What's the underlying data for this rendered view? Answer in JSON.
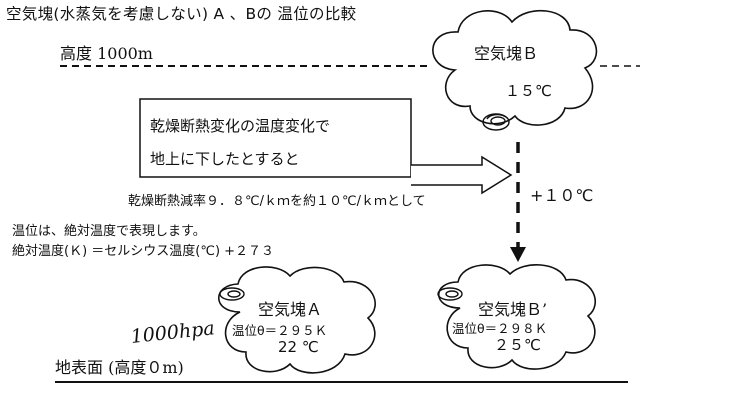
{
  "title": "空気塊(水蒸気を考慮しない) A 、Bの 温位の比較",
  "altitude_label": "高度 1000m",
  "ground_label": "地表面 (高度０m)",
  "pressure_note": "1000hpa",
  "callout": {
    "line1": "乾燥断熱変化の温度変化で",
    "line2": "地上に下したとすると"
  },
  "lapse_rate_note": "乾燥断熱減率９．８℃/ｋｍを約１０℃/ｋｍとして",
  "temperature_change": "+１０℃",
  "potential_temp_note": {
    "line1": "温位は、絶対温度で表現します。",
    "line2": "絶対温度(Ｋ) ＝セルシウス温度(℃) +２７３"
  },
  "cloud_b": {
    "name": "空気塊Ｂ",
    "temp": "１５℃"
  },
  "cloud_a": {
    "name": "空気塊Ａ",
    "theta": "温位θ＝２９５Ｋ",
    "temp": "22 ℃"
  },
  "cloud_b2": {
    "name": "空気塊Ｂ’",
    "theta": "温位θ＝２９８Ｋ",
    "temp": "２５℃"
  }
}
